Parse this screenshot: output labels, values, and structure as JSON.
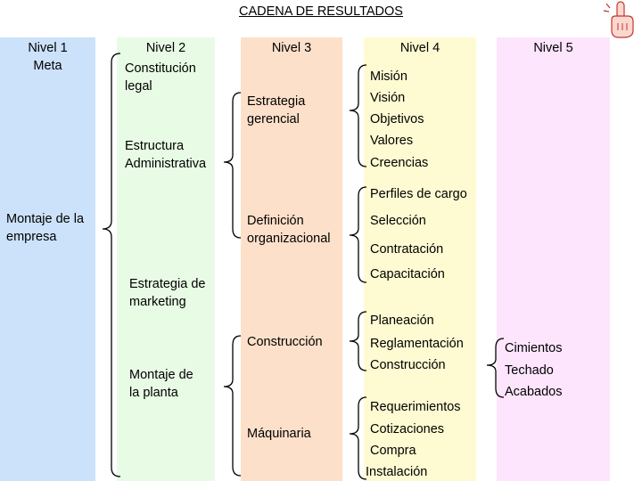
{
  "title": "CADENA DE RESULTADOS",
  "colors": {
    "level1": "#cce2fb",
    "level2": "#e8fce5",
    "level3": "#fde0c9",
    "level4": "#fefbd2",
    "level5": "#fde5fd",
    "bracket": "#000000"
  },
  "icons": {
    "hand": "pointing-hand-icon"
  },
  "levels": [
    {
      "line1": "Nivel 1",
      "line2": "Meta"
    },
    {
      "line1": "Nivel 2"
    },
    {
      "line1": "Nivel 3"
    },
    {
      "line1": "Nivel 4"
    },
    {
      "line1": "Nivel 5"
    }
  ],
  "level1_items": [
    "Montaje de la",
    "empresa"
  ],
  "level2_items": {
    "constitucion": [
      "Constitución",
      "legal"
    ],
    "estructura": [
      "Estructura",
      "Administrativa"
    ],
    "marketing": [
      "Estrategia de",
      "marketing"
    ],
    "planta": [
      "Montaje de",
      "la planta"
    ]
  },
  "level3_items": {
    "estrategia": [
      "Estrategia",
      "gerencial"
    ],
    "definicion": [
      "Definición",
      "organizacional"
    ],
    "construccion": "Construcción",
    "maquinaria": "Máquinaria"
  },
  "level4_items": [
    "Misión",
    "Visión",
    "Objetivos",
    "Valores",
    "Creencias",
    "Perfiles de cargo",
    "Selección",
    "Contratación",
    "Capacitación",
    "Planeación",
    "Reglamentación",
    "Construcción",
    "Requerimientos",
    "Cotizaciones",
    "Compra",
    "Instalación"
  ],
  "level5_items": [
    "Cimientos",
    "Techado",
    "Acabados"
  ]
}
